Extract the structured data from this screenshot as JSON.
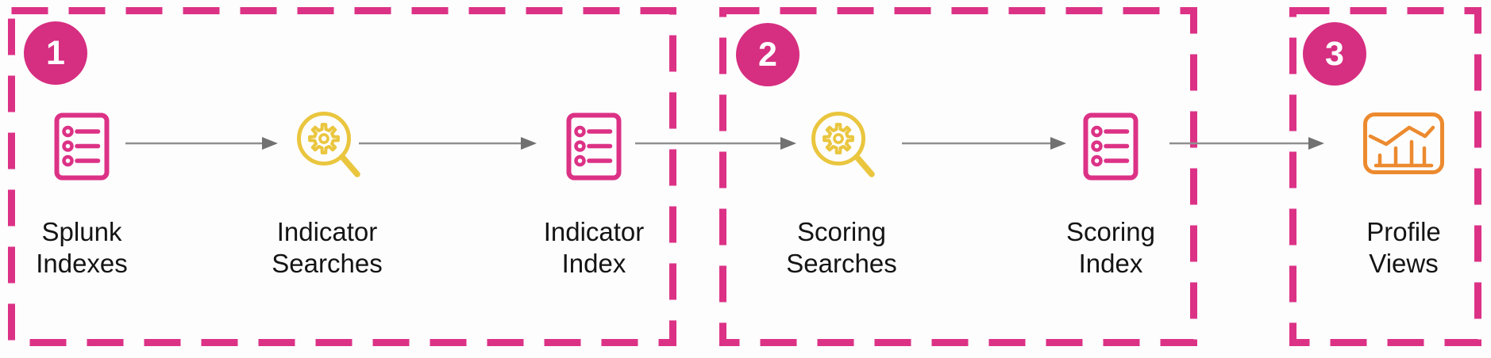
{
  "colors": {
    "pink": "#dc3286",
    "badge_pink": "#d62e80",
    "yellow": "#eac63f",
    "orange": "#ec8a2f",
    "arrow_gray": "#8f8f8f",
    "arrowhead_gray": "#717171",
    "text": "#141414"
  },
  "stages": [
    {
      "number": "1",
      "nodes": [
        {
          "label": "Splunk Indexes",
          "icon": "list-document-icon"
        },
        {
          "label": "Indicator Searches",
          "icon": "gear-magnifier-icon"
        },
        {
          "label": "Indicator Index",
          "icon": "list-document-icon"
        }
      ]
    },
    {
      "number": "2",
      "nodes": [
        {
          "label": "Scoring Searches",
          "icon": "gear-magnifier-icon"
        },
        {
          "label": "Scoring Index",
          "icon": "list-document-icon"
        }
      ]
    },
    {
      "number": "3",
      "nodes": [
        {
          "label": "Profile Views",
          "icon": "chart-icon"
        }
      ]
    }
  ]
}
